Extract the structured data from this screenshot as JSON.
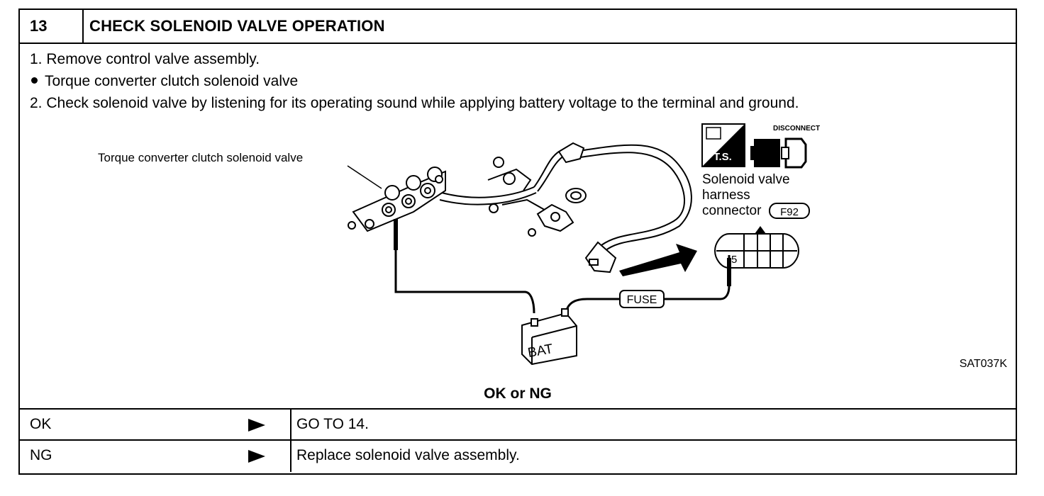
{
  "step": {
    "number": "13",
    "title": "CHECK SOLENOID VALVE OPERATION"
  },
  "instructions": [
    "1.  Remove control valve assembly.",
    "Torque converter clutch solenoid valve",
    "2.  Check solenoid valve by listening for its operating sound while applying battery voltage to the terminal and ground."
  ],
  "figure": {
    "valve_label": "Torque converter clutch solenoid valve",
    "ts_label": "T.S.",
    "disconnect_label": "DISCONNECT",
    "connector_label_1": "Solenoid valve",
    "connector_label_2": "harness",
    "connector_label_3": "connector",
    "connector_code": "F92",
    "terminal_number": "5",
    "fuse_label": "FUSE",
    "battery_label": "BAT",
    "figure_code": "SAT037K"
  },
  "question": "OK or NG",
  "results": [
    {
      "result": "OK",
      "action": "GO TO 14."
    },
    {
      "result": "NG",
      "action": "Replace solenoid valve assembly."
    }
  ]
}
